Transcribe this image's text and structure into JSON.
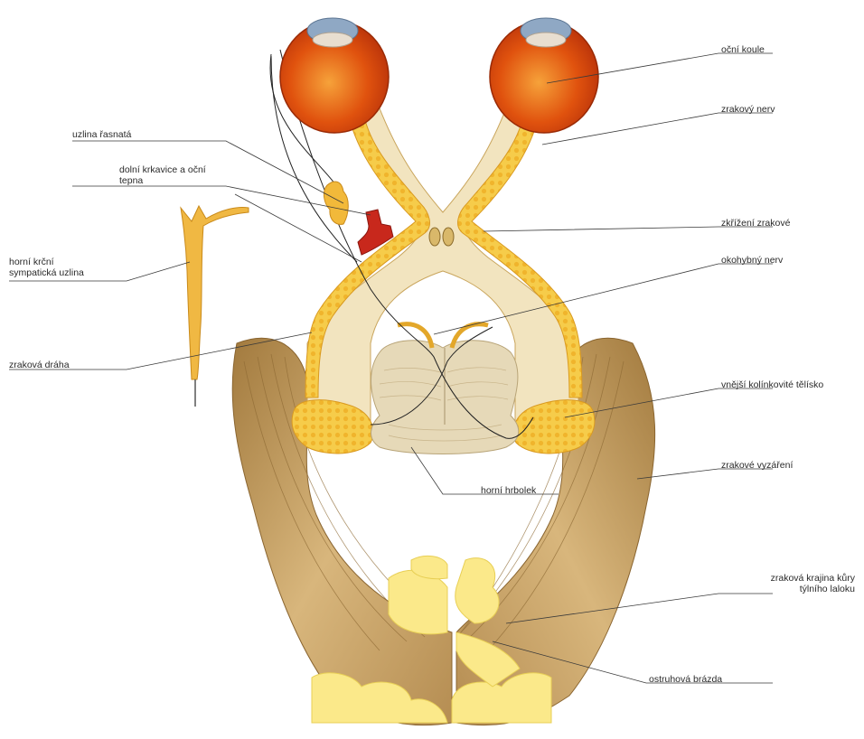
{
  "labels": {
    "ocni_koule": "oční koule",
    "zrakovy_nerv": "zrakový nerv",
    "zkrizeni": "zkřížení zrakové",
    "okohybny": "okohybný nerv",
    "vnejsi": "vnější kolínkovité tělísko",
    "vyzareni": "zrakové vyzáření",
    "krajina_1": "zraková krajina kůry",
    "krajina_2": "týlního laloku",
    "ostruhova": "ostruhová brázda",
    "horni_hrbolek": "horní hrbolek",
    "uzlina_fasnata": "uzlina řasnatá",
    "krkavice_1": "dolní krkavice a oční",
    "krkavice_2": "tepna",
    "sympaticka_1": "horní krční",
    "sympaticka_2": "sympatická uzlina",
    "drаha": "zraková dráha"
  },
  "colors": {
    "eyeball": "#e0520e",
    "iris": "#8fa8c4",
    "nerve_fill": "#f3c23a",
    "nerve_bg": "#f2e4bf",
    "radiation": "#c9a466",
    "cortex": "#fbe98a",
    "artery": "#c8281c",
    "brainstem": "#e6d9b8",
    "leader": "#3a3a3a"
  }
}
